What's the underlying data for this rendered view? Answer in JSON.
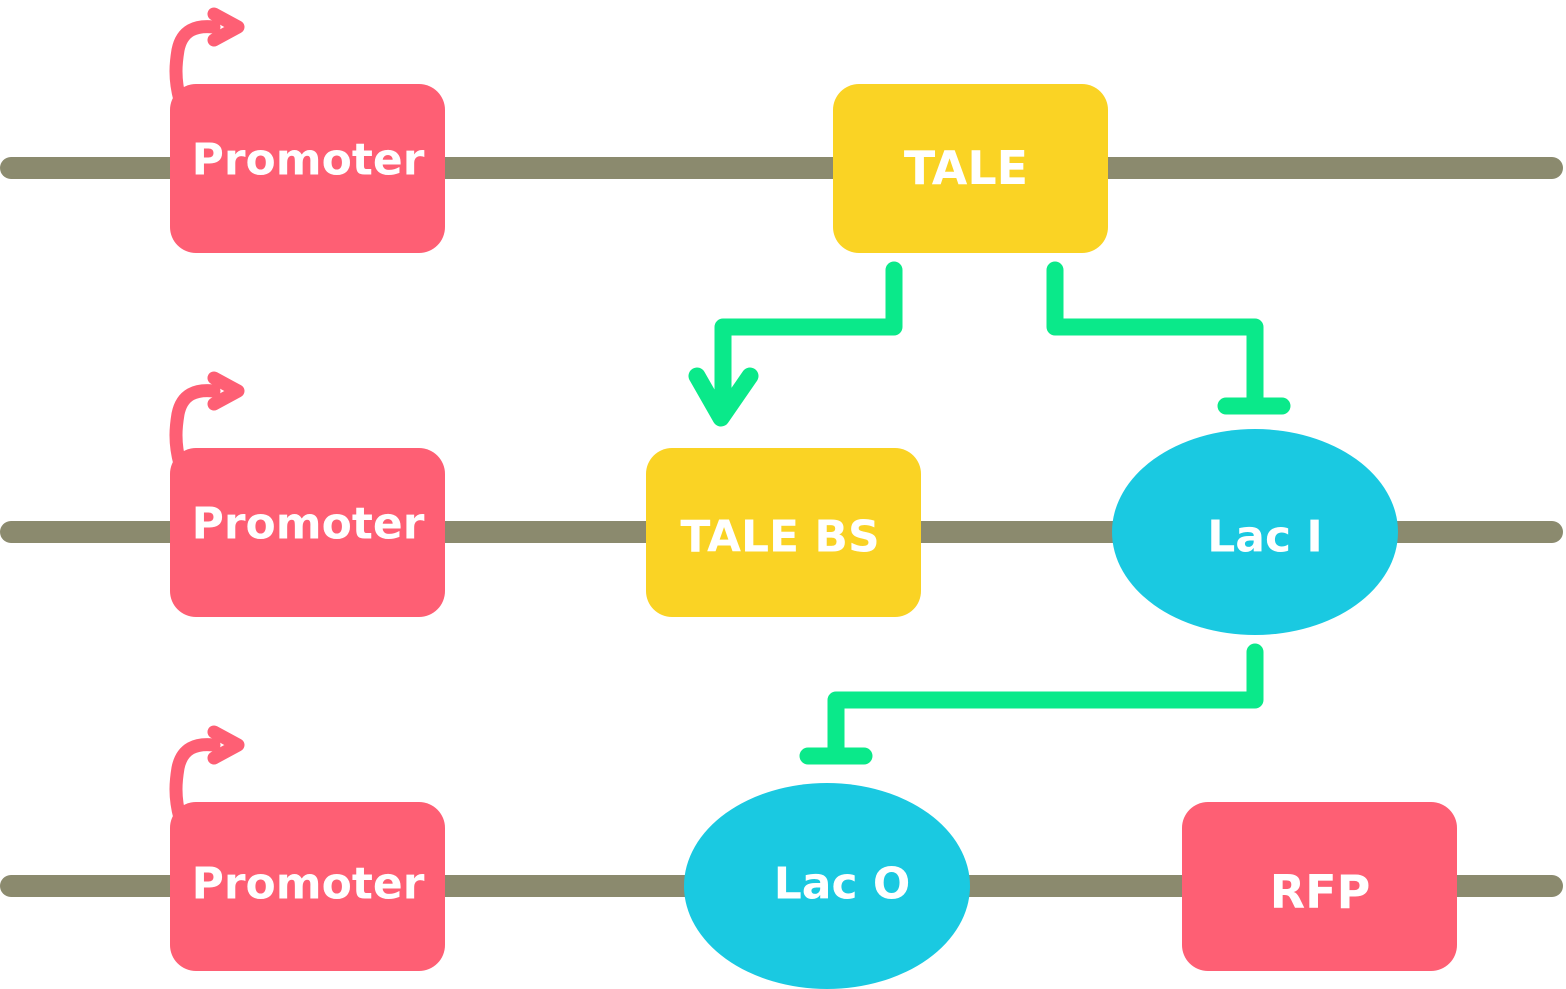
{
  "colors": {
    "dna_line": "#8b8a6e",
    "promoter": "#fe5f74",
    "tale": "#fad324",
    "lac": "#1ac9e1",
    "rfp": "#fe5f74",
    "arrow": "#0ae98a",
    "text": "#ffffff"
  },
  "rows": [
    {
      "promoter_label": "Promoter",
      "parts": [
        {
          "label": "TALE",
          "shape": "box",
          "color_key": "tale"
        }
      ]
    },
    {
      "promoter_label": "Promoter",
      "parts": [
        {
          "label": "TALE BS",
          "shape": "box",
          "color_key": "tale"
        },
        {
          "label": "Lac I",
          "shape": "ellipse",
          "color_key": "lac"
        }
      ]
    },
    {
      "promoter_label": "Promoter",
      "parts": [
        {
          "label": "Lac O",
          "shape": "ellipse",
          "color_key": "lac"
        },
        {
          "label": "RFP",
          "shape": "box",
          "color_key": "rfp"
        }
      ]
    }
  ],
  "interactions": [
    {
      "from": "TALE",
      "to": "TALE BS",
      "type": "activation"
    },
    {
      "from": "TALE",
      "to": "Lac I",
      "type": "repression"
    },
    {
      "from": "Lac I",
      "to": "Lac O",
      "type": "repression"
    }
  ]
}
